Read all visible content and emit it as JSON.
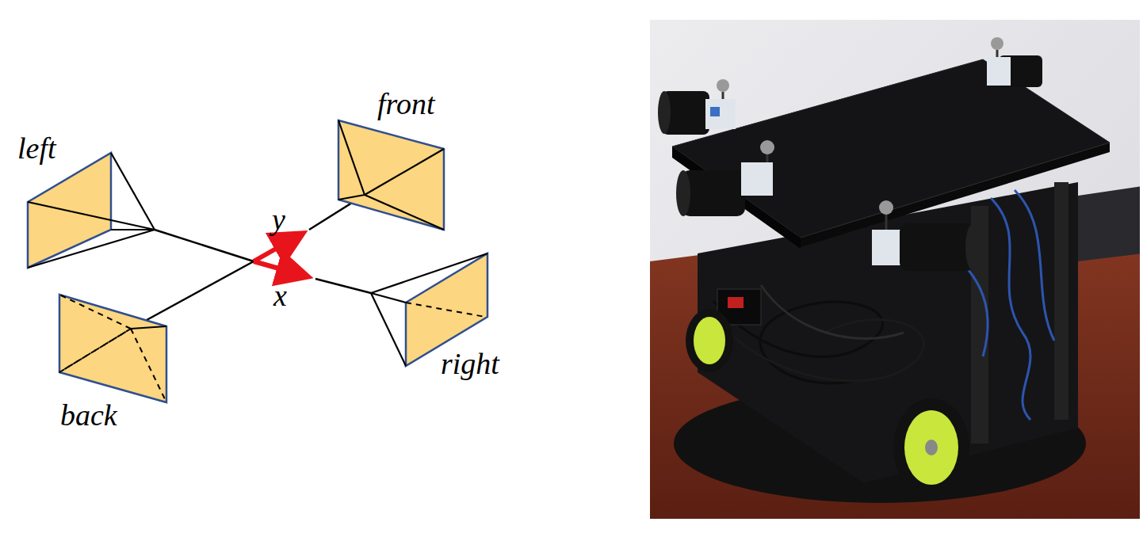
{
  "diagram": {
    "labels": [
      "left",
      "front",
      "y",
      "x",
      "back",
      "right"
    ]
  }
}
